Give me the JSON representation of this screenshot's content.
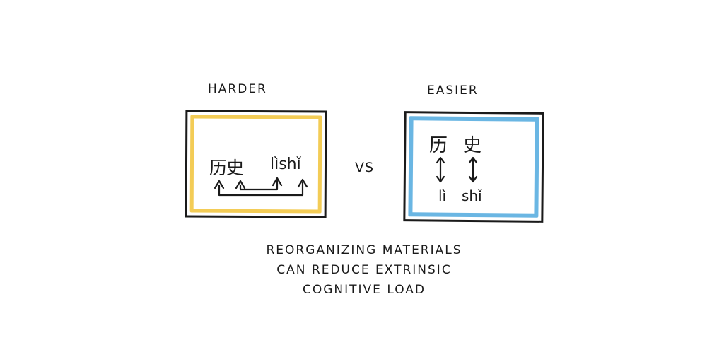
{
  "left_panel": {
    "heading": "HARDER",
    "hanzi": "历史",
    "pinyin": "lìshǐ",
    "frame_color": "#f2c744"
  },
  "right_panel": {
    "heading": "EASIER",
    "hanzi": [
      "历",
      "史"
    ],
    "pinyin": [
      "lì",
      "shǐ"
    ],
    "frame_color": "#5aaee0"
  },
  "separator": "VS",
  "caption": {
    "lines": [
      "REORGANIZING MATERIALS",
      "CAN REDUCE EXTRINSIC",
      "COGNITIVE LOAD"
    ]
  },
  "icons": {
    "split_attention_arrows": "connector-arrows-icon",
    "vertical_link_arrows": "double-arrow-icon"
  }
}
